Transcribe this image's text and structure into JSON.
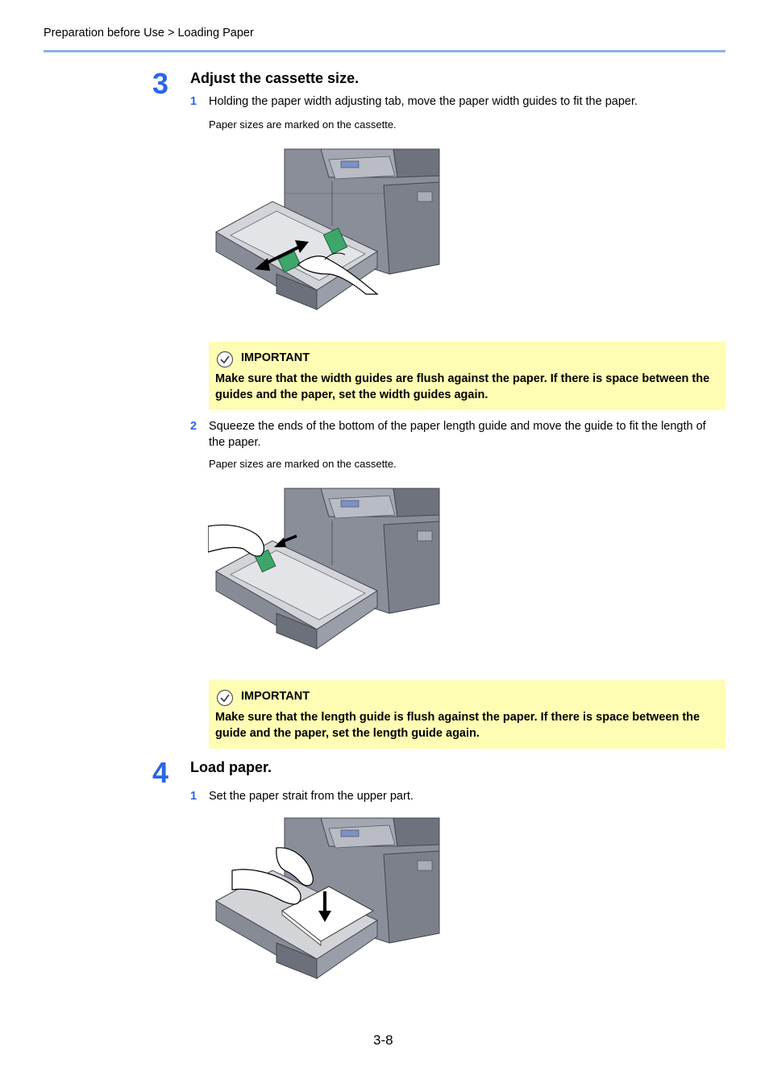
{
  "header": {
    "breadcrumb": "Preparation before Use > Loading Paper"
  },
  "step3": {
    "number": "3",
    "title": "Adjust the cassette size.",
    "sub1": {
      "number": "1",
      "text": "Holding the paper width adjusting tab, move the paper width guides to fit the paper.",
      "note": "Paper sizes are marked on the cassette."
    },
    "important1": {
      "title": "IMPORTANT",
      "text": "Make sure that the width guides are flush against the paper. If there is space between the guides and the paper, set the width guides again."
    },
    "sub2": {
      "number": "2",
      "text": "Squeeze the ends of the bottom of the paper length guide and move the guide to fit the length of the paper.",
      "note": "Paper sizes are marked on the cassette."
    },
    "important2": {
      "title": "IMPORTANT",
      "text": "Make sure that the length guide is flush against the paper. If there is space between the guide and the paper, set the length guide again."
    }
  },
  "step4": {
    "number": "4",
    "title": "Load paper.",
    "sub1": {
      "number": "1",
      "text": "Set the paper strait from the upper part."
    }
  },
  "footer": {
    "page_number": "3-8"
  },
  "colors": {
    "accent": "#2a66e8",
    "header_rule": "#8fb2ea",
    "important_bg": "#fefdb3",
    "guide_green": "#3fa66b"
  }
}
